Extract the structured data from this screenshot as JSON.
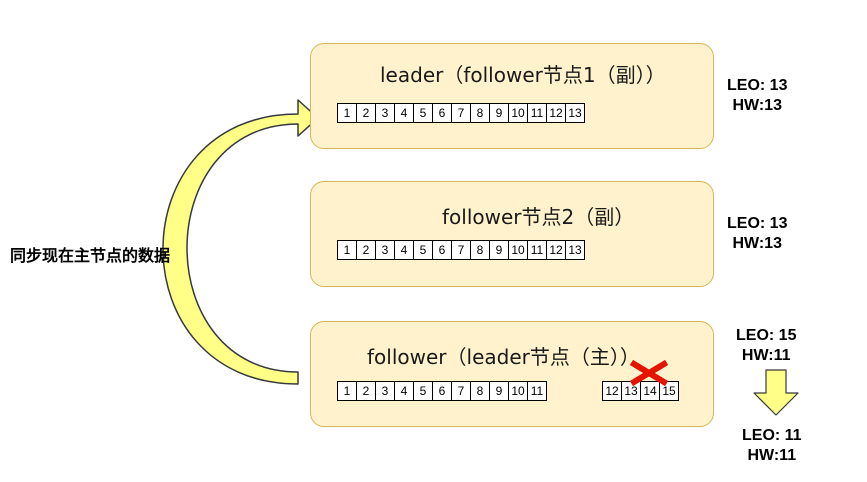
{
  "sync_label": "同步现在主节点的数据",
  "panels": [
    {
      "title": "leader（follower节点1（副））",
      "cells_main": [
        "1",
        "2",
        "3",
        "4",
        "5",
        "6",
        "7",
        "8",
        "9",
        "10",
        "11",
        "12",
        "13"
      ],
      "leo": "LEO: 13",
      "hw": "HW:13"
    },
    {
      "title": "follower节点2（副）",
      "cells_main": [
        "1",
        "2",
        "3",
        "4",
        "5",
        "6",
        "7",
        "8",
        "9",
        "10",
        "11",
        "12",
        "13"
      ],
      "leo": "LEO: 13",
      "hw": "HW:13"
    },
    {
      "title": "follower（leader节点（主））",
      "cells_main": [
        "1",
        "2",
        "3",
        "4",
        "5",
        "6",
        "7",
        "8",
        "9",
        "10",
        "11"
      ],
      "cells_extra": [
        "12",
        "13",
        "14",
        "15"
      ],
      "leo": "LEO: 15",
      "hw": "HW:11",
      "leo_after": "LEO: 11",
      "hw_after": "HW:11"
    }
  ],
  "colors": {
    "panel_fill": "#fff2cc",
    "panel_border": "#d6b656",
    "arrow_fill": "#ffff88",
    "arrow_stroke": "#36393d",
    "cross": "#e51400"
  },
  "icons": [
    "curved-arrow-icon",
    "down-arrow-icon",
    "cross-icon",
    "small-arrowhead-icon"
  ]
}
